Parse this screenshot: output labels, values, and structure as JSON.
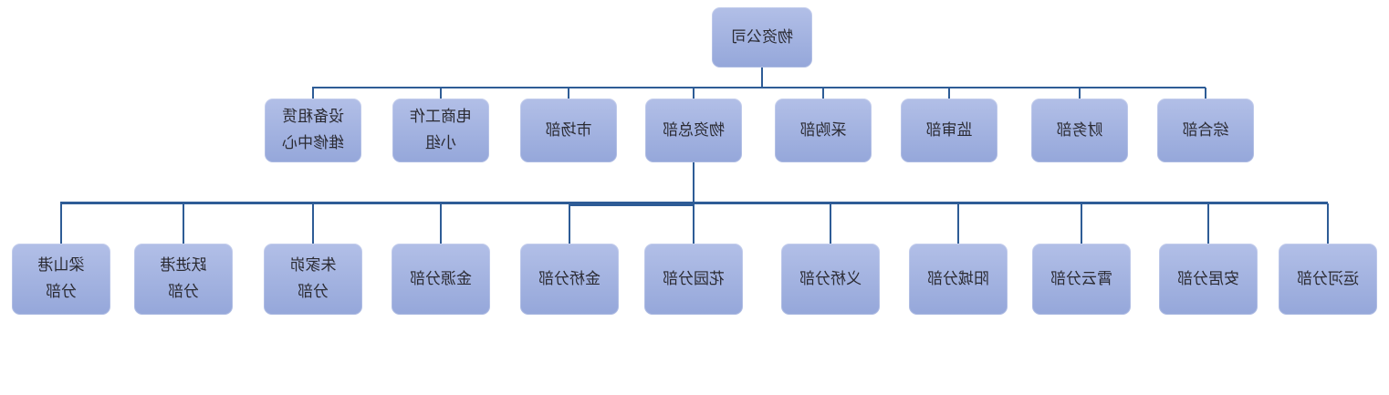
{
  "org_chart": {
    "root": {
      "label": "物资公司"
    },
    "level2": [
      {
        "label": "综合部"
      },
      {
        "label": "财务部"
      },
      {
        "label": "监审部"
      },
      {
        "label": "采购部"
      },
      {
        "label": "物资总部"
      },
      {
        "label": "市场部"
      },
      {
        "label": "电商工作\n小组"
      },
      {
        "label": "设备租赁\n维修中心"
      }
    ],
    "level3": [
      {
        "label": "运河分部"
      },
      {
        "label": "安居分部"
      },
      {
        "label": "霄云分部"
      },
      {
        "label": "阳城分部"
      },
      {
        "label": "义桥分部"
      },
      {
        "label": "花园分部"
      },
      {
        "label": "金桥分部"
      },
      {
        "label": "金源分部"
      },
      {
        "label": "朱家峁\n分部"
      },
      {
        "label": "跃进港\n分部"
      },
      {
        "label": "梁山港\n分部"
      }
    ],
    "colors": {
      "node_fill_top": "#b2bfe7",
      "node_fill_bottom": "#95a7da",
      "connector": "#2e5c96",
      "text": "#2b2b33"
    }
  }
}
